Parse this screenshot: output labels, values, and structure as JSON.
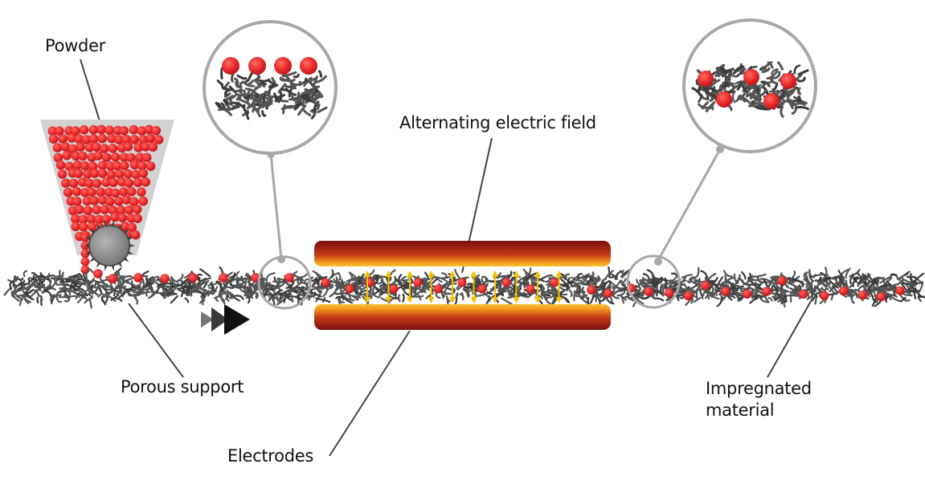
{
  "labels": {
    "powder": "Powder",
    "porous_support": "Porous support",
    "electrodes": "Electrodes",
    "alternating_field": "Alternating electric field",
    "impregnated_line1": "Impregnated",
    "impregnated_line2": "material"
  },
  "icons": {
    "feed_roller": "gear-roller-icon",
    "direction": "triple-arrow-right-icon",
    "field_arrows": "double-headed-arrow-icon"
  },
  "colors": {
    "particle": "#e8272b",
    "fiber": "#555555",
    "hopper": "#d2d2d2",
    "electrode_dark": "#7a0f0f",
    "electrode_mid": "#d54a12",
    "electrode_light": "#f8c233",
    "field_arrow": "#f2c200",
    "leader": "#444444",
    "callout_ring": "#a8a8a8"
  }
}
